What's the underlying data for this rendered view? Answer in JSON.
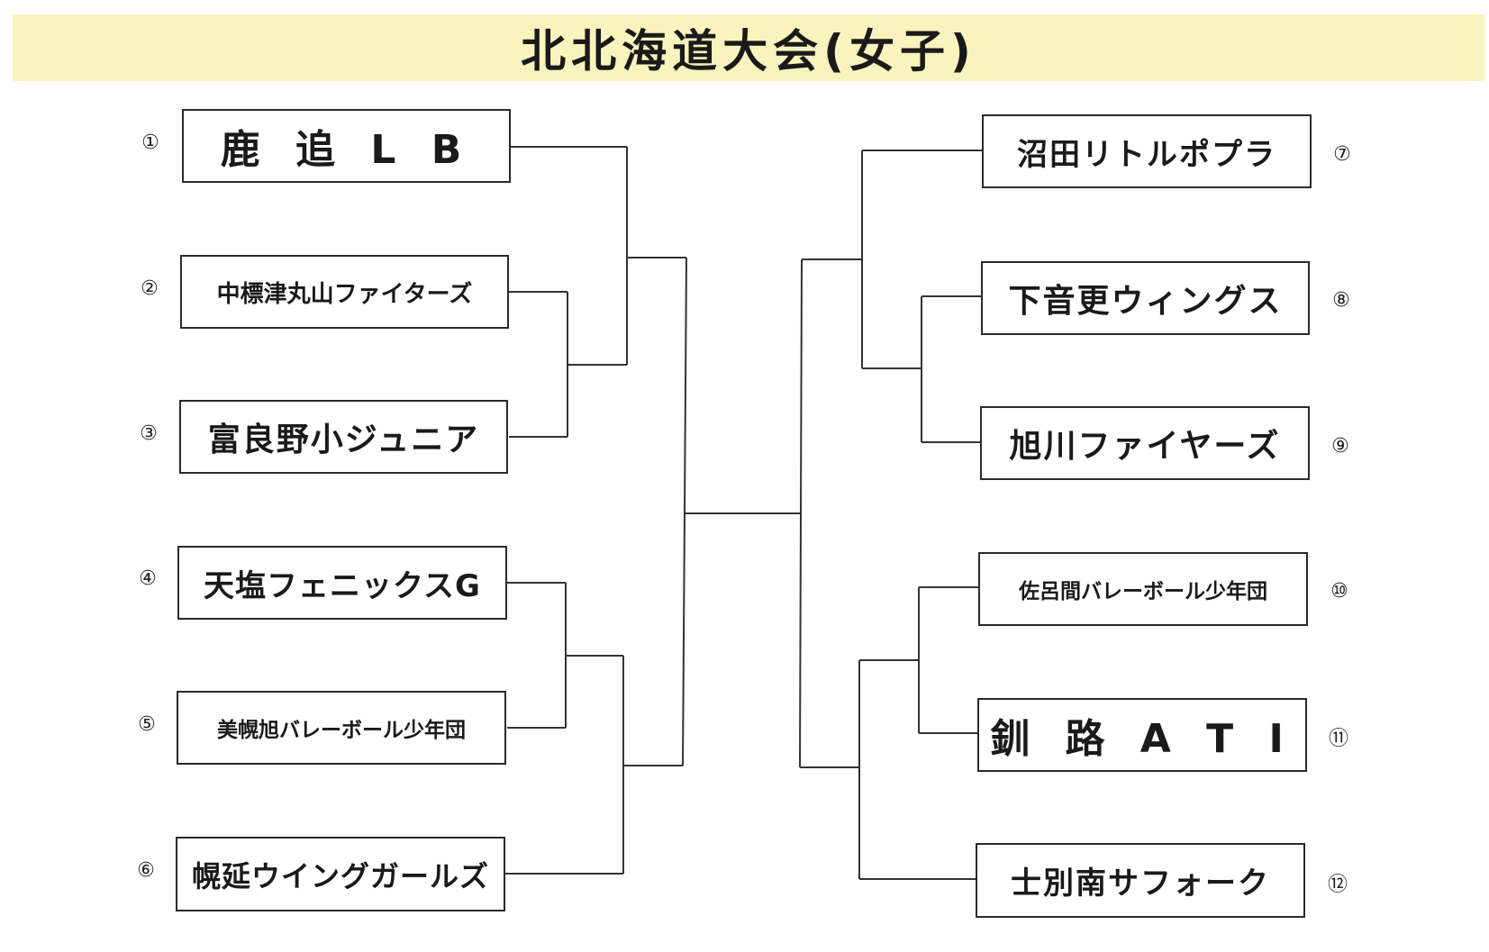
{
  "title": "北北海道大会(女子)",
  "teams": [
    {
      "seed": "①",
      "name": "鹿 追 L B"
    },
    {
      "seed": "②",
      "name": "中標津丸山ファイターズ"
    },
    {
      "seed": "③",
      "name": "富良野小ジュニア"
    },
    {
      "seed": "④",
      "name": "天塩フェニックスG"
    },
    {
      "seed": "⑤",
      "name": "美幌旭バレーボール少年団"
    },
    {
      "seed": "⑥",
      "name": "幌延ウイングガールズ"
    },
    {
      "seed": "⑦",
      "name": "沼田リトルポプラ"
    },
    {
      "seed": "⑧",
      "name": "下音更ウィングス"
    },
    {
      "seed": "⑨",
      "name": "旭川ファイヤーズ"
    },
    {
      "seed": "⑩",
      "name": "佐呂間バレーボール少年団"
    },
    {
      "seed": "⑪",
      "name": "釧 路 A T I"
    },
    {
      "seed": "⑫",
      "name": "士別南サフォーク"
    }
  ],
  "colors": {
    "title_band": "#f9f4bd",
    "lines": "#333333",
    "box_border": "#2a2a2a"
  }
}
